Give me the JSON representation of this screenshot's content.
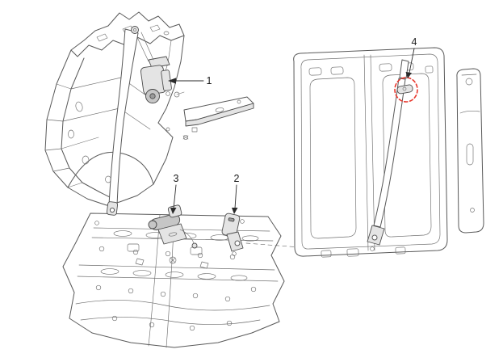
{
  "diagram": {
    "background": "#ffffff",
    "colors": {
      "line": "#595959",
      "highlight": "#e8372d"
    },
    "callouts": [
      {
        "label": "1"
      },
      {
        "label": "2"
      },
      {
        "label": "3"
      },
      {
        "label": "4"
      }
    ]
  }
}
